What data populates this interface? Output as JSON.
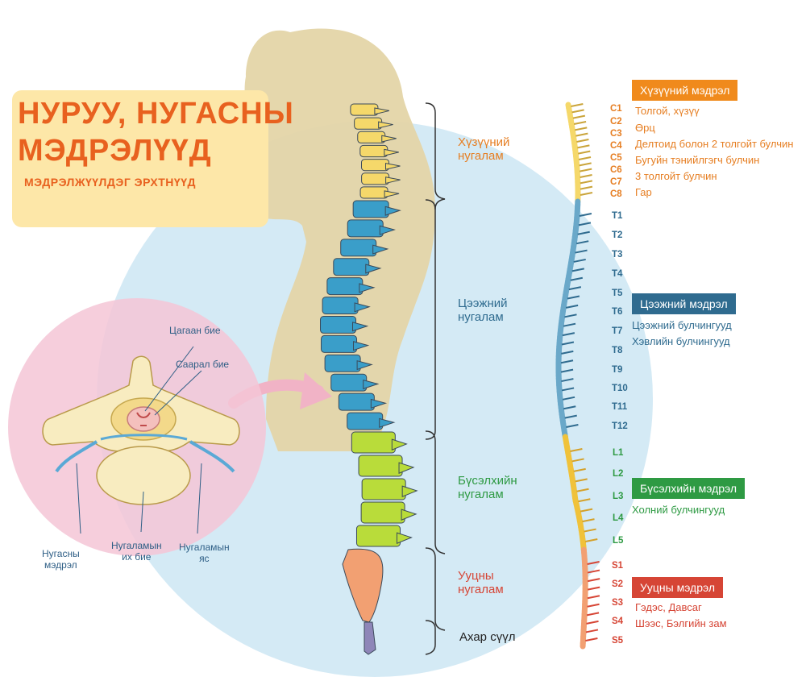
{
  "title": {
    "line1": "НУРУУ, НУГАСНЫ",
    "line2": "МЭДРЭЛҮҮД",
    "subtitle": "МЭДРЭЛЖҮҮЛДЭГ ЭРХТНҮҮД"
  },
  "inset": {
    "white_matter": "Цагаан бие",
    "gray_matter": "Саарал бие",
    "spinal_nerve": "Нугасны\nмэдрэл",
    "vertebral_body": "Нугаламын\nих бие",
    "vertebral_root": "Нугаламын\nяс"
  },
  "sections": {
    "cervical": "Хүзүүний\nнугалам",
    "thoracic": "Цээжний\nнугалам",
    "lumbar": "Бүсэлхийн\nнугалам",
    "sacral": "Ууцны\nнугалам",
    "coccyx": "Ахар сүүл"
  },
  "nerve_groups": {
    "cervical": {
      "header": "Хүзүүний мэдрэл",
      "levels": [
        "C1",
        "C2",
        "C3",
        "C4",
        "C5",
        "C6",
        "C7",
        "C8"
      ],
      "functions": [
        "Толгой, хүзүү",
        "Өрц",
        "Делтоид болон 2 толгойт булчин",
        "Бугуйн тэнийлгэгч булчин",
        "3 толгойт булчин",
        "Гар"
      ]
    },
    "thoracic": {
      "header": "Цээжний мэдрэл",
      "levels": [
        "T1",
        "T2",
        "T3",
        "T4",
        "T5",
        "T6",
        "T7",
        "T8",
        "T9",
        "T10",
        "T11",
        "T12"
      ],
      "functions": [
        "Цээжний булчингууд",
        "Хэвлийн булчингууд"
      ]
    },
    "lumbar": {
      "header": "Бүсэлхийн мэдрэл",
      "levels": [
        "L1",
        "L2",
        "L3",
        "L4",
        "L5"
      ],
      "functions": [
        "Холний булчингууд"
      ]
    },
    "sacral": {
      "header": "Ууцны мэдрэл",
      "levels": [
        "S1",
        "S2",
        "S3",
        "S4",
        "S5"
      ],
      "functions": [
        "Гэдэс, Давсаг",
        "Шээс, Бэлгийн зам"
      ]
    }
  },
  "colors": {
    "cervical": "#f08a1c",
    "thoracic": "#2f6b8f",
    "lumbar": "#2e9a43",
    "sacral": "#d64535",
    "vert_cervical": "#f5d86a",
    "vert_thoracic": "#3a9ec9",
    "vert_lumbar": "#b9dc3a",
    "vert_sacral": "#f2a072",
    "vert_coccyx": "#8e86b8"
  }
}
